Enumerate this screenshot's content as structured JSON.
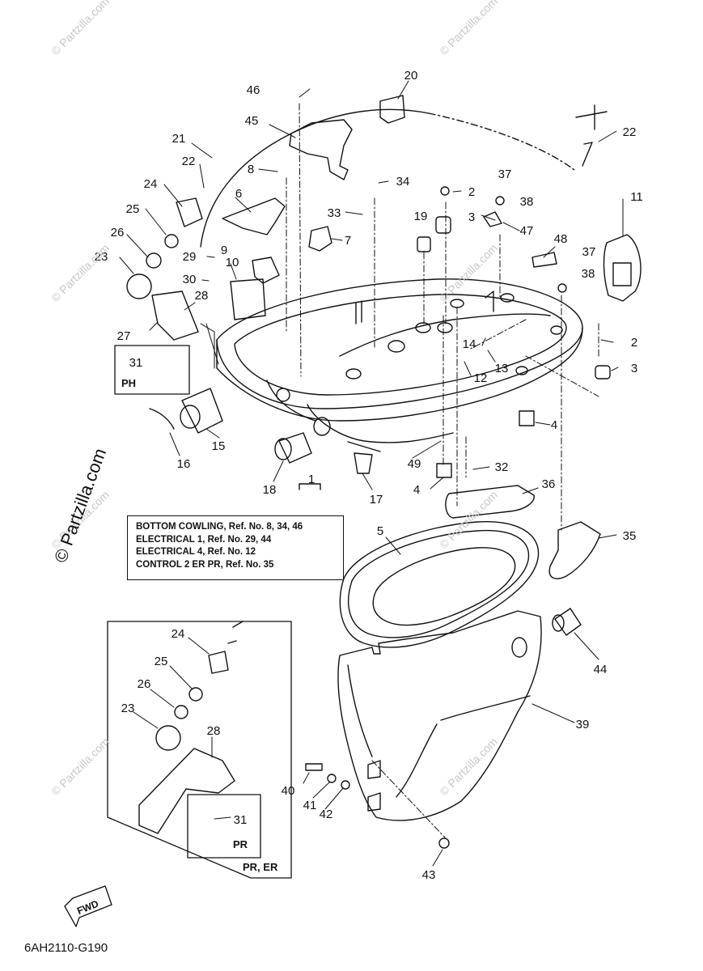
{
  "watermark": "© Partzilla.com",
  "side_watermark": "© Partzilla.com",
  "diagram_code": "6AH2110-G190",
  "fwd_label": "FWD",
  "reference_box": {
    "lines": [
      "BOTTOM COWLING, Ref. No. 8, 34, 46",
      "ELECTRICAL 1, Ref. No. 29, 44",
      "ELECTRICAL 4, Ref. No. 12",
      "CONTROL 2 ER PR, Ref. No. 35"
    ]
  },
  "variant_tags": {
    "ph": "PH",
    "pr": "PR",
    "pr_er": "PR, ER"
  },
  "callouts": [
    {
      "id": "c1",
      "label": "1"
    },
    {
      "id": "c2a",
      "label": "2"
    },
    {
      "id": "c2b",
      "label": "2"
    },
    {
      "id": "c3a",
      "label": "3"
    },
    {
      "id": "c3b",
      "label": "3"
    },
    {
      "id": "c4a",
      "label": "4"
    },
    {
      "id": "c4b",
      "label": "4"
    },
    {
      "id": "c5",
      "label": "5"
    },
    {
      "id": "c6",
      "label": "6"
    },
    {
      "id": "c7",
      "label": "7"
    },
    {
      "id": "c8",
      "label": "8"
    },
    {
      "id": "c9",
      "label": "9"
    },
    {
      "id": "c10",
      "label": "10"
    },
    {
      "id": "c11",
      "label": "11"
    },
    {
      "id": "c12",
      "label": "12"
    },
    {
      "id": "c13",
      "label": "13"
    },
    {
      "id": "c14",
      "label": "14"
    },
    {
      "id": "c15",
      "label": "15"
    },
    {
      "id": "c16",
      "label": "16"
    },
    {
      "id": "c17",
      "label": "17"
    },
    {
      "id": "c18",
      "label": "18"
    },
    {
      "id": "c19",
      "label": "19"
    },
    {
      "id": "c20",
      "label": "20"
    },
    {
      "id": "c21",
      "label": "21"
    },
    {
      "id": "c22a",
      "label": "22"
    },
    {
      "id": "c22b",
      "label": "22"
    },
    {
      "id": "c23a",
      "label": "23"
    },
    {
      "id": "c23b",
      "label": "23"
    },
    {
      "id": "c24a",
      "label": "24"
    },
    {
      "id": "c24b",
      "label": "24"
    },
    {
      "id": "c25a",
      "label": "25"
    },
    {
      "id": "c25b",
      "label": "25"
    },
    {
      "id": "c26a",
      "label": "26"
    },
    {
      "id": "c26b",
      "label": "26"
    },
    {
      "id": "c27",
      "label": "27"
    },
    {
      "id": "c28a",
      "label": "28"
    },
    {
      "id": "c28b",
      "label": "28"
    },
    {
      "id": "c29",
      "label": "29"
    },
    {
      "id": "c30",
      "label": "30"
    },
    {
      "id": "c31a",
      "label": "31"
    },
    {
      "id": "c31b",
      "label": "31"
    },
    {
      "id": "c32",
      "label": "32"
    },
    {
      "id": "c33",
      "label": "33"
    },
    {
      "id": "c34",
      "label": "34"
    },
    {
      "id": "c35",
      "label": "35"
    },
    {
      "id": "c36",
      "label": "36"
    },
    {
      "id": "c37a",
      "label": "37"
    },
    {
      "id": "c37b",
      "label": "37"
    },
    {
      "id": "c38a",
      "label": "38"
    },
    {
      "id": "c38b",
      "label": "38"
    },
    {
      "id": "c39",
      "label": "39"
    },
    {
      "id": "c40",
      "label": "40"
    },
    {
      "id": "c41",
      "label": "41"
    },
    {
      "id": "c42",
      "label": "42"
    },
    {
      "id": "c43",
      "label": "43"
    },
    {
      "id": "c44",
      "label": "44"
    },
    {
      "id": "c45",
      "label": "45"
    },
    {
      "id": "c46",
      "label": "46"
    },
    {
      "id": "c47",
      "label": "47"
    },
    {
      "id": "c48",
      "label": "48"
    },
    {
      "id": "c49",
      "label": "49"
    }
  ]
}
